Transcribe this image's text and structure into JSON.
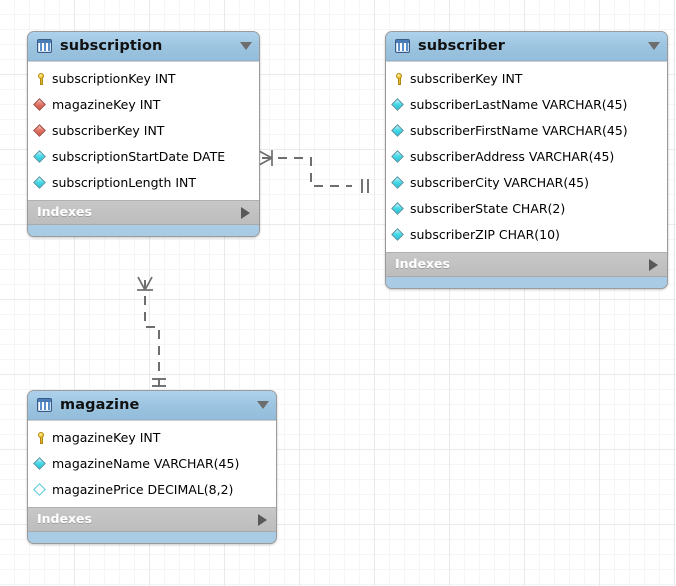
{
  "canvas": {
    "background_color": "#ffffff",
    "grid_minor_color": "#f4f5f6",
    "grid_major_color": "#e9eaec"
  },
  "theme": {
    "header_blue": "#9cc4e0",
    "body_white": "#ffffff",
    "index_gray": "#bdbdbd",
    "footer_blue": "#a9cbe4",
    "border_gray": "#9a9a9a",
    "pk_key_color": "#f6d552",
    "fk_diamond_color": "#e2786a",
    "column_diamond_color": "#49dbe8",
    "connector_color": "#6e6e6e"
  },
  "tables": [
    {
      "id": "subscription",
      "name": "subscription",
      "icon": "table-icon",
      "collapse_icon": "chevron-down-icon",
      "indexes_label": "Indexes",
      "indexes_expand_icon": "chevron-right-icon",
      "columns": [
        {
          "glyph": "primary-key-icon",
          "text": "subscriptionKey INT"
        },
        {
          "glyph": "foreign-key-diamond-icon",
          "text": "magazineKey INT"
        },
        {
          "glyph": "foreign-key-diamond-icon",
          "text": "subscriberKey INT"
        },
        {
          "glyph": "column-diamond-icon",
          "text": "subscriptionStartDate DATE"
        },
        {
          "glyph": "column-diamond-icon",
          "text": "subscriptionLength INT"
        }
      ]
    },
    {
      "id": "subscriber",
      "name": "subscriber",
      "icon": "table-icon",
      "collapse_icon": "chevron-down-icon",
      "indexes_label": "Indexes",
      "indexes_expand_icon": "chevron-right-icon",
      "columns": [
        {
          "glyph": "primary-key-icon",
          "text": "subscriberKey INT"
        },
        {
          "glyph": "column-diamond-icon",
          "text": "subscriberLastName VARCHAR(45)"
        },
        {
          "glyph": "column-diamond-icon",
          "text": "subscriberFirstName VARCHAR(45)"
        },
        {
          "glyph": "column-diamond-icon",
          "text": "subscriberAddress VARCHAR(45)"
        },
        {
          "glyph": "column-diamond-icon",
          "text": "subscriberCity VARCHAR(45)"
        },
        {
          "glyph": "column-diamond-icon",
          "text": "subscriberState CHAR(2)"
        },
        {
          "glyph": "column-diamond-icon",
          "text": "subscriberZIP CHAR(10)"
        }
      ]
    },
    {
      "id": "magazine",
      "name": "magazine",
      "icon": "table-icon",
      "collapse_icon": "chevron-down-icon",
      "indexes_label": "Indexes",
      "indexes_expand_icon": "chevron-right-icon",
      "columns": [
        {
          "glyph": "primary-key-icon",
          "text": "magazineKey INT"
        },
        {
          "glyph": "column-diamond-icon",
          "text": "magazineName VARCHAR(45)"
        },
        {
          "glyph": "column-diamond-icon-hollow",
          "text": "magazinePrice DECIMAL(8,2)"
        }
      ]
    }
  ],
  "relationships": [
    {
      "id": "subscription-subscriber",
      "from_table": "subscription",
      "to_table": "subscriber",
      "from_cardinality": "many",
      "to_cardinality": "one",
      "line_style": "dashed",
      "notation": "crows-foot"
    },
    {
      "id": "subscription-magazine",
      "from_table": "subscription",
      "to_table": "magazine",
      "from_cardinality": "many",
      "to_cardinality": "one",
      "line_style": "dashed",
      "notation": "crows-foot"
    }
  ]
}
